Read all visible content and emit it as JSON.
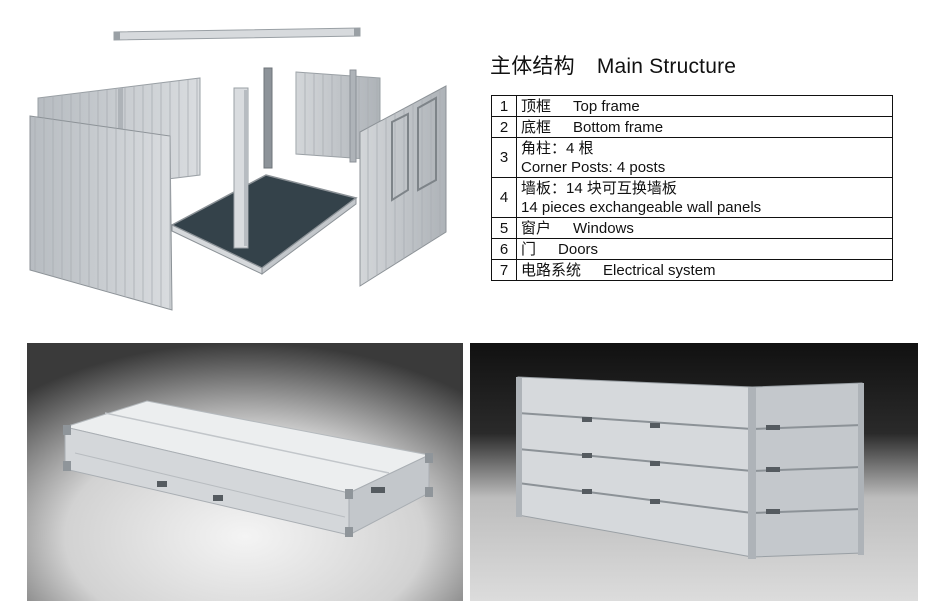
{
  "title": {
    "cn": "主体结构",
    "en": "Main Structure"
  },
  "components": [
    {
      "num": "1",
      "cn": "顶框",
      "en": "Top frame"
    },
    {
      "num": "2",
      "cn": "底框",
      "en": "Bottom frame"
    },
    {
      "num": "3",
      "line1": "角柱：4 根",
      "line2": "Corner Posts: 4 posts"
    },
    {
      "num": "4",
      "line1": "墙板：14 块可互换墙板",
      "line2": "14 pieces exchangeable wall panels"
    },
    {
      "num": "5",
      "cn": "窗户",
      "en": "Windows"
    },
    {
      "num": "6",
      "cn": "门",
      "en": "Doors"
    },
    {
      "num": "7",
      "cn": "电路系统",
      "en": "Electrical system"
    }
  ],
  "colors": {
    "floor": "#34424a",
    "panel": "#c9cdd1",
    "frame": "#d6d9dc",
    "studio_dark": "#1a1a1a"
  }
}
